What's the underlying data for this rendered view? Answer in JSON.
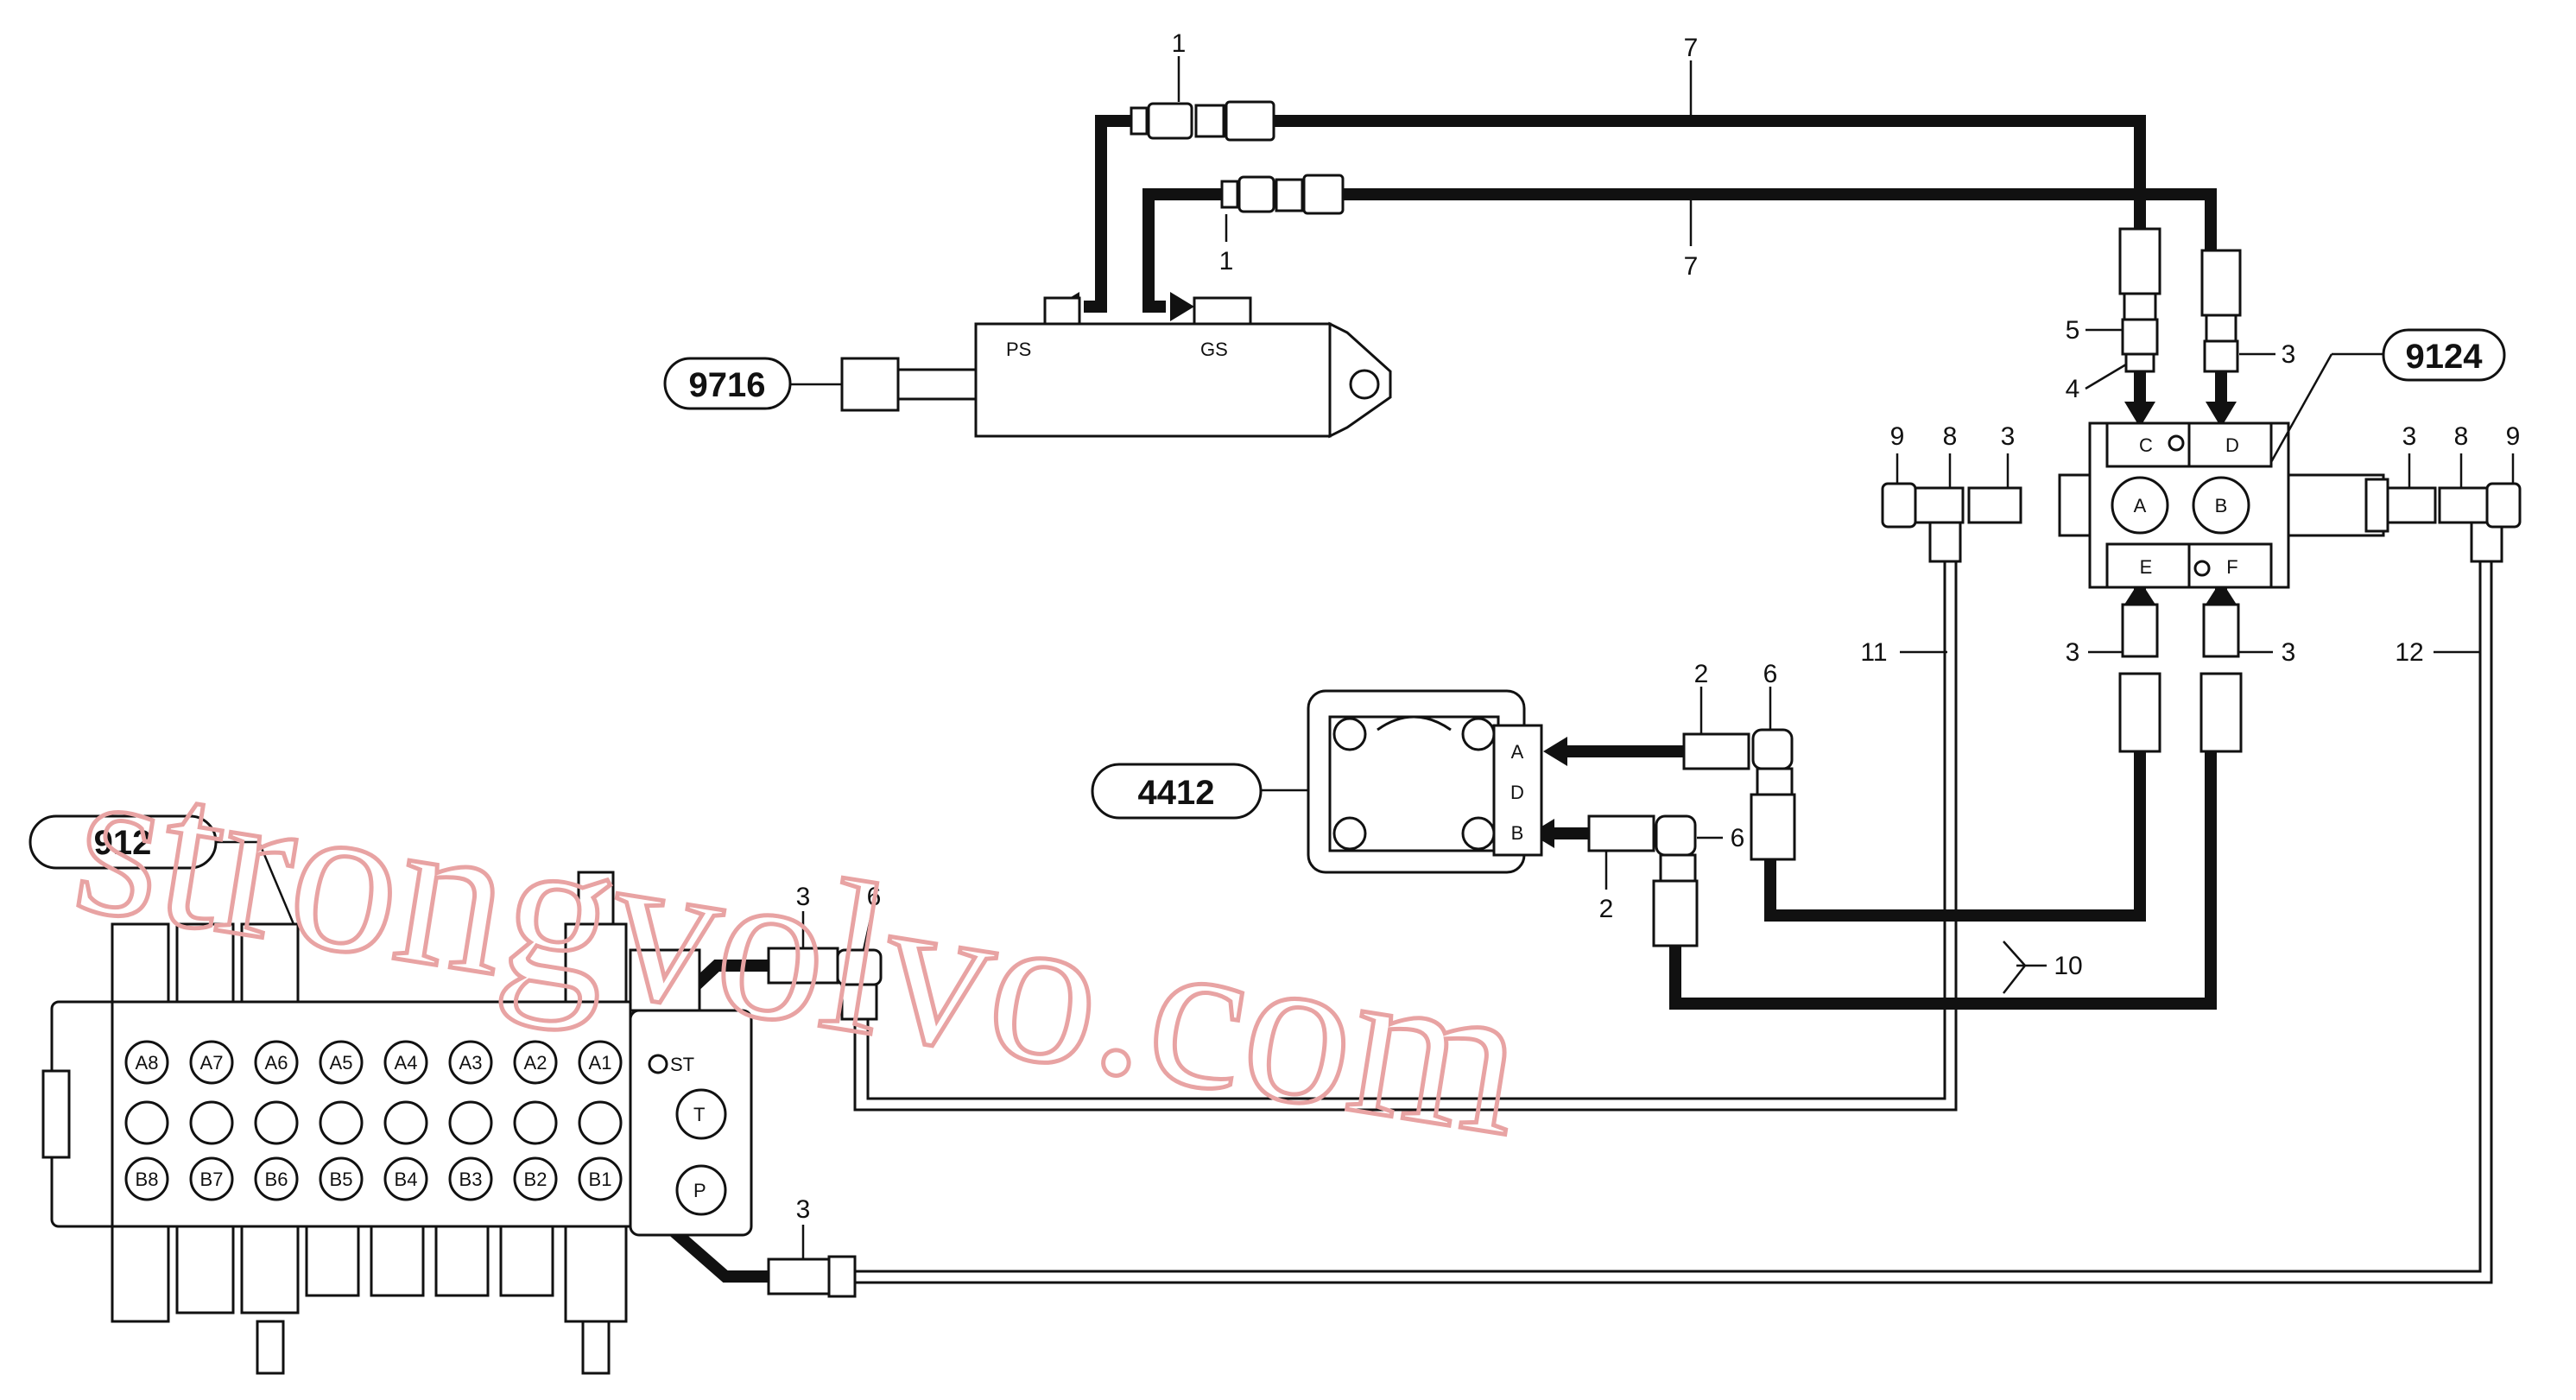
{
  "diagram": {
    "assemblies": {
      "a9716": "9716",
      "a9124": "9124",
      "a4412": "4412",
      "a912": "912"
    },
    "cylinder_ports": {
      "ps": "PS",
      "gs": "GS"
    },
    "valve_9124_ports": {
      "c": "C",
      "d": "D",
      "e": "E",
      "f": "F",
      "a": "A",
      "b": "B"
    },
    "block_4412_ports": {
      "a": "A",
      "d": "D",
      "b": "B"
    },
    "control_valve_sections": [
      "A8",
      "A7",
      "A6",
      "A5",
      "A4",
      "A3",
      "A2",
      "A1"
    ],
    "control_valve_b_sections": [
      "B8",
      "B7",
      "B6",
      "B5",
      "B4",
      "B3",
      "B2",
      "B1"
    ],
    "control_valve_ports": {
      "st": "ST",
      "t": "T",
      "p": "P"
    },
    "callouts": {
      "c1_top": "1",
      "c1_bottom": "1",
      "c7_top": "7",
      "c7_bottom": "7",
      "c5": "5",
      "c4": "4",
      "c3_upper": "3",
      "c9_left": "9",
      "c8_left": "8",
      "c3_left": "3",
      "c3_right": "3",
      "c8_right": "8",
      "c9_right": "9",
      "c11": "11",
      "c12": "12",
      "c3_e": "3",
      "c3_f": "3",
      "c2_top": "2",
      "c6_top": "6",
      "c6_bottom": "6",
      "c2_bottom": "2",
      "c10": "10",
      "c3_cv_top": "3",
      "c6_cv": "6",
      "c3_cv_bottom": "3"
    },
    "watermark": "strongvolvo.com"
  }
}
